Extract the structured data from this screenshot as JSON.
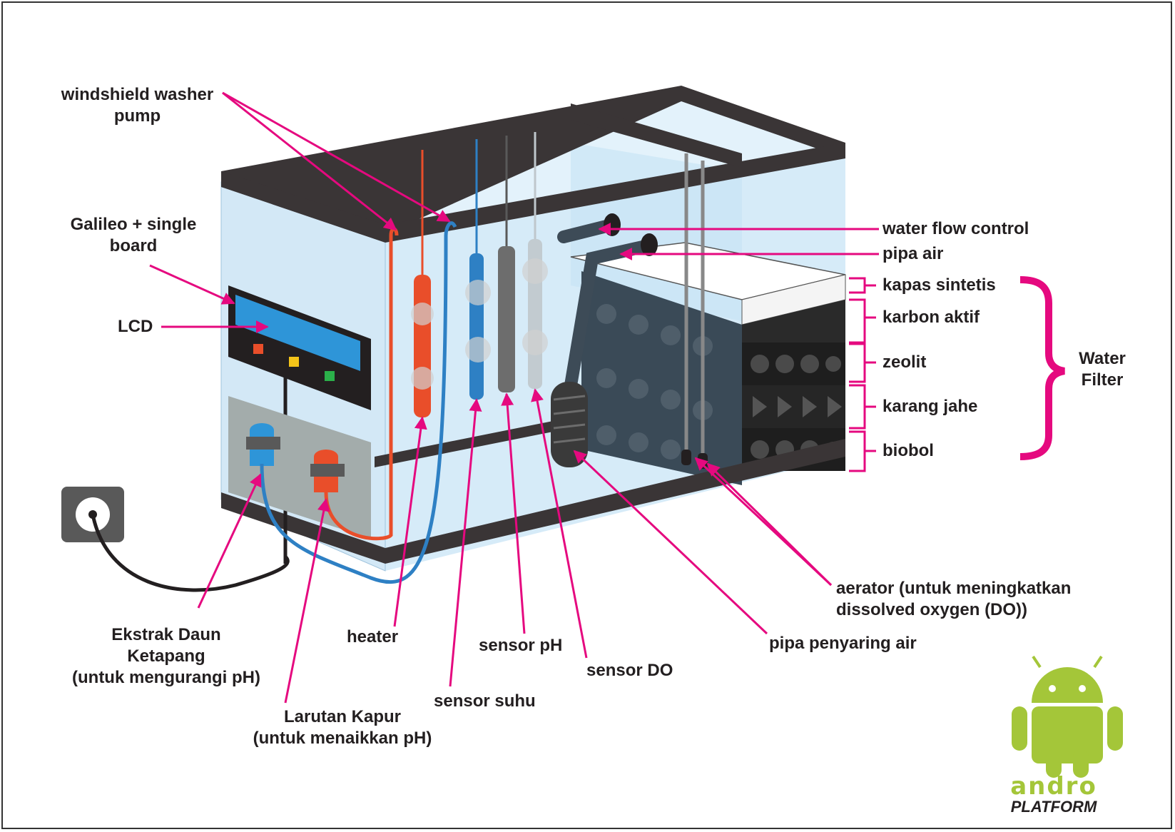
{
  "labels": {
    "windshield_pump": [
      "windshield washer",
      "pump"
    ],
    "galileo": [
      "Galileo + single",
      "board"
    ],
    "lcd": "LCD",
    "water_flow_control": "water flow control",
    "pipa_air": "pipa air",
    "kapas_sintetis": "kapas sintetis",
    "karbon_aktif": "karbon aktif",
    "zeolit": "zeolit",
    "karang_jahe": "karang jahe",
    "biobol": "biobol",
    "water_filter": [
      "Water",
      "Filter"
    ],
    "aerator": [
      "aerator (untuk meningkatkan",
      "dissolved oxygen (DO))"
    ],
    "pipa_penyaring": "pipa penyaring air",
    "ekstrak": [
      "Ekstrak Daun",
      "Ketapang",
      "(untuk mengurangi pH)"
    ],
    "heater": "heater",
    "sensor_ph": "sensor pH",
    "sensor_do": "sensor DO",
    "sensor_suhu": "sensor suhu",
    "larutan": [
      "Larutan Kapur",
      "(untuk menaikkan pH)"
    ]
  },
  "logo": {
    "word": "andro",
    "platform": "PLATFORM"
  },
  "colors": {
    "leader": "#e5097f",
    "frame": "#3a3536",
    "glass": "#d6ebf8",
    "android_green": "#a4c639"
  }
}
